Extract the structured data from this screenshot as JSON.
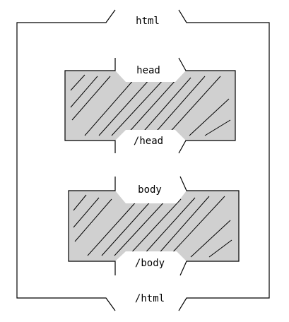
{
  "colors": {
    "background": "#ffffff",
    "stroke": "#000000",
    "block_fill": "#d0d0d0"
  },
  "tags": {
    "html_open": "html",
    "head_open": "head",
    "head_close": "/head",
    "body_open": "body",
    "body_close": "/body",
    "html_close": "/html"
  }
}
